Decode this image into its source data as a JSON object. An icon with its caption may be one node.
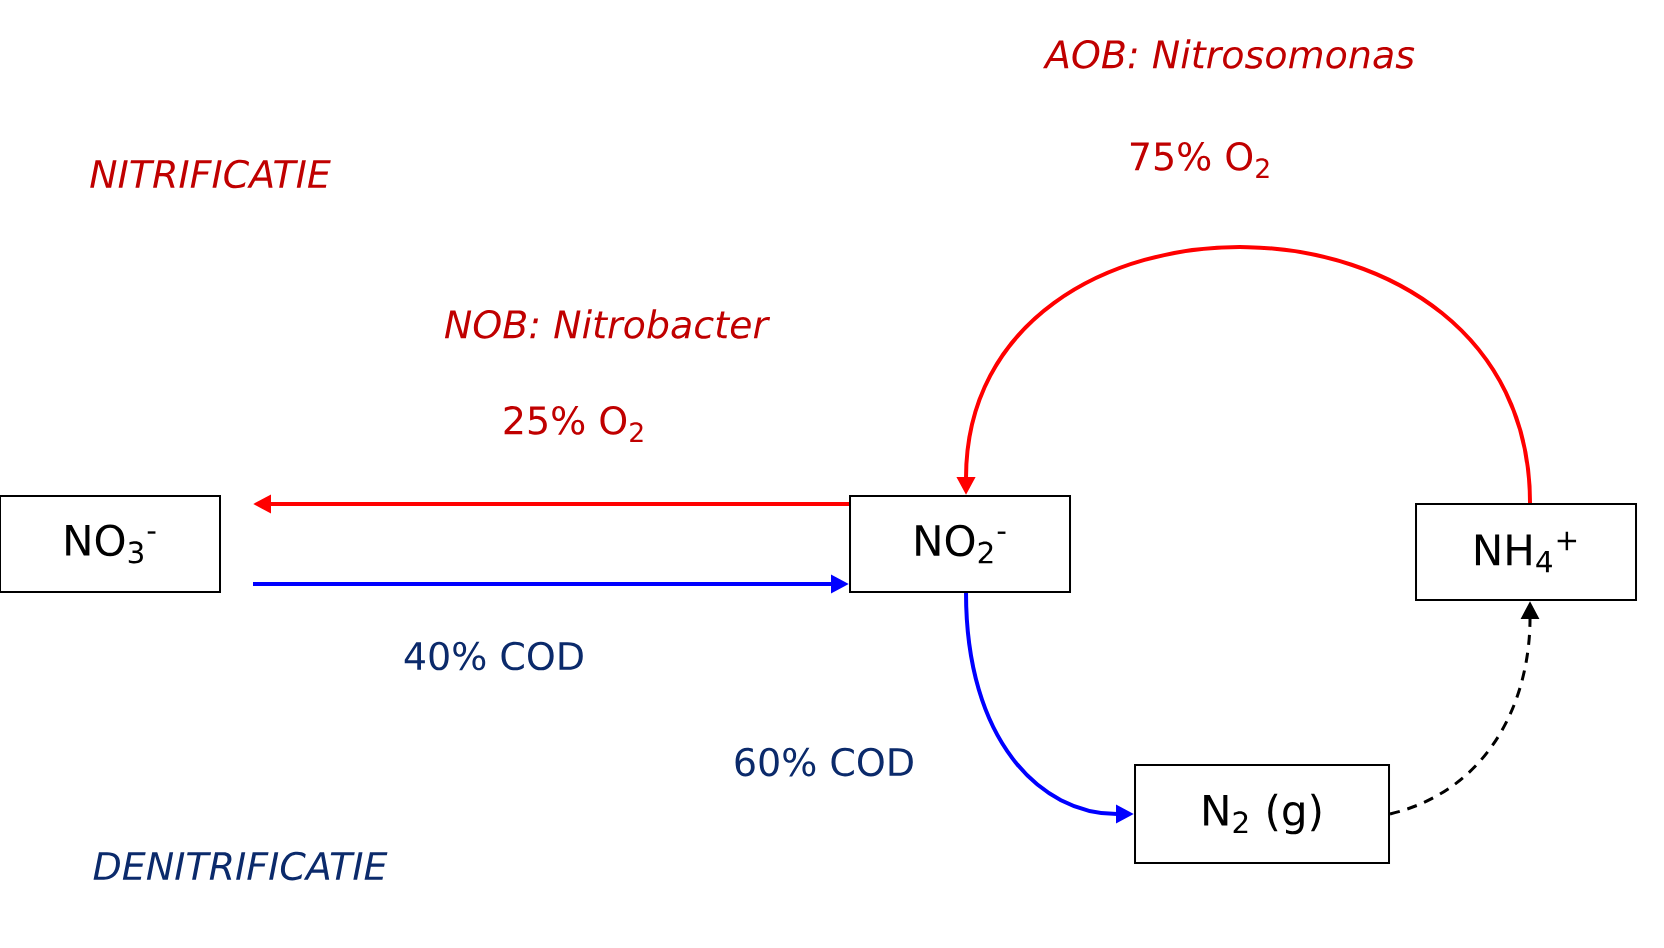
{
  "diagram": {
    "nodes": [
      {
        "text": [
          "NO$_{3}$$^{-}$"
        ]
      },
      {
        "text": [
          "NO$_{2}$$^{-}$"
        ]
      },
      {
        "text": [
          "NH$_{4}$$^{+}$"
        ]
      },
      {
        "text": [
          "N$_{2}$ (g)"
        ]
      }
    ],
    "edges": [
      {
        "from": 1,
        "to": 0,
        "arrow": "to",
        "color": "#ff0000",
        "label": "25% O$_{2}$"
      },
      {
        "from": 0,
        "to": 1,
        "arrow": "to",
        "color": "#0000ff",
        "label": "40% COD"
      },
      {
        "from": 2,
        "to": 1,
        "arrow": "to",
        "color": "#ff0000",
        "label": "75% O$_{2}$"
      },
      {
        "from": 1,
        "to": 3,
        "arrow": "to",
        "color": "#0000ff",
        "label": "60% COD"
      },
      {
        "from": 3,
        "to": 2,
        "arrow": "to",
        "style": "dashed",
        "color": "#000000"
      }
    ],
    "labels": [
      "AOB: Nitrosomonas",
      "NITRIFICATIE",
      "NOB: Nitrobacter",
      "DENITRIFICATIE"
    ]
  }
}
